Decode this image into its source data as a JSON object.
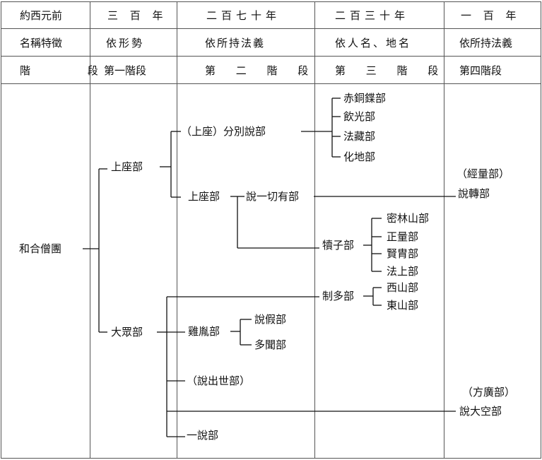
{
  "header": {
    "rows": [
      [
        "約西元前",
        "三 百 年",
        "二百七十年",
        "二百三十年",
        "一 百 年"
      ],
      [
        "名稱特徵",
        "依形勢",
        "依所持法義",
        "依人名、地名",
        "依所持法義"
      ],
      [
        "階 段",
        "第一階段",
        "第 二 階 段",
        "第 三 階 段",
        "第四階段"
      ]
    ]
  },
  "nodes": {
    "root": "和合僧團",
    "sthavira": "上座部",
    "mahasanghika": "大眾部",
    "vibhajyavada": "（上座）分別說部",
    "sthavira2": "上座部",
    "sarvastivada": "說一切有部",
    "kasyapiya_red": "赤銅鍱部",
    "kasyapiya": "飲光部",
    "dharmaguptaka": "法藏部",
    "mahisasaka": "化地部",
    "sautrantika_paren": "（經量部）",
    "sankrantika": "說轉部",
    "vatsiputriya": "犢子部",
    "channagirika": "密林山部",
    "sammitiya": "正量部",
    "bhadrayaniya": "賢胄部",
    "dharmottariya": "法上部",
    "caitika": "制多部",
    "aparasaila": "西山部",
    "purvasaila": "東山部",
    "kukkutika": "雞胤部",
    "prajnaptivada": "說假部",
    "bahusrutiya": "多聞部",
    "lokottaravada": "（說出世部）",
    "vaipulya_paren": "（方廣部）",
    "sunyavada": "說大空部",
    "ekavyavaharika": "一說部"
  }
}
